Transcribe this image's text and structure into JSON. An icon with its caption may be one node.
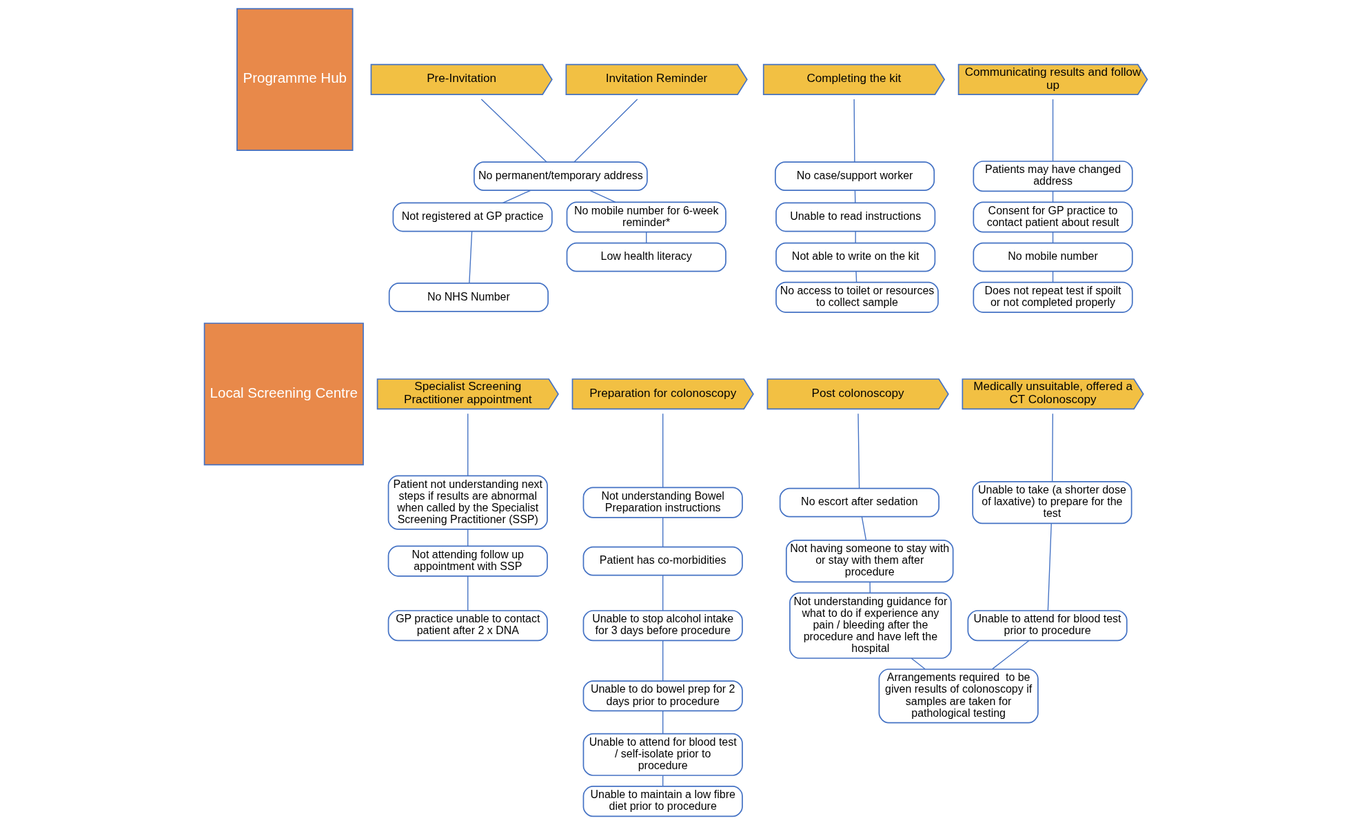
{
  "diagram": {
    "nodes": [
      {
        "text": [
          "Programme Hub"
        ]
      },
      {
        "text": [
          "Pre-Invitation"
        ]
      },
      {
        "text": [
          "Invitation Reminder"
        ]
      },
      {
        "text": [
          "Completing the kit"
        ]
      },
      {
        "text": [
          "Communicating results and follow up"
        ]
      },
      {
        "text": [
          "No permanent/temporary address"
        ]
      },
      {
        "text": [
          "Not registered at GP practice"
        ]
      },
      {
        "text": [
          "No NHS Number"
        ]
      },
      {
        "text": [
          "No mobile number for 6-week reminder*"
        ]
      },
      {
        "text": [
          "Low health literacy"
        ]
      },
      {
        "text": [
          "No case/support worker"
        ]
      },
      {
        "text": [
          "Unable to read instructions"
        ]
      },
      {
        "text": [
          "Not able to write on the kit"
        ]
      },
      {
        "text": [
          "No access to toilet or resources to collect sample"
        ]
      },
      {
        "text": [
          "Patients may have changed address"
        ]
      },
      {
        "text": [
          "Consent for GP practice to contact patient about result"
        ]
      },
      {
        "text": [
          "No mobile number"
        ]
      },
      {
        "text": [
          "Does not repeat test if spoilt or not completed properly"
        ]
      },
      {
        "text": [
          "Local Screening Centre"
        ]
      },
      {
        "text": [
          "Specialist Screening Practitioner appointment"
        ]
      },
      {
        "text": [
          "Preparation for colonoscopy"
        ]
      },
      {
        "text": [
          "Post colonoscopy"
        ]
      },
      {
        "text": [
          "Medically unsuitable, offered a CT Colonoscopy"
        ]
      },
      {
        "text": [
          "Patient not understanding next steps if results are abnormal when called by the Specialist Screening Practitioner (SSP)"
        ]
      },
      {
        "text": [
          "Not attending follow up appointment with SSP"
        ]
      },
      {
        "text": [
          "GP practice unable to contact patient after 2 x DNA"
        ]
      },
      {
        "text": [
          "Not understanding Bowel Preparation instructions"
        ]
      },
      {
        "text": [
          "Patient has co-morbidities"
        ]
      },
      {
        "text": [
          "Unable to stop alcohol intake for 3 days before procedure"
        ]
      },
      {
        "text": [
          "Unable to do bowel prep for 2 days prior to procedure"
        ]
      },
      {
        "text": [
          "Unable to attend for blood test / self-isolate prior to procedure"
        ]
      },
      {
        "text": [
          "Unable to maintain a low fibre diet prior to procedure"
        ]
      },
      {
        "text": [
          "No escort after sedation"
        ]
      },
      {
        "text": [
          "Not having someone to stay with or stay with them after procedure"
        ]
      },
      {
        "text": [
          "Not understanding guidance for what to do if experience any pain / bleeding after the procedure and have left the hospital"
        ]
      },
      {
        "text": [
          "Unable to take (a shorter dose of laxative) to prepare for the test"
        ]
      },
      {
        "text": [
          "Unable to attend for blood test prior to procedure"
        ]
      },
      {
        "text": [
          "Arrangements required  to be given results of colonoscopy if samples are taken for pathological testing"
        ]
      }
    ],
    "edges": [
      {
        "from": 1,
        "to": 5,
        "arrow": "none"
      },
      {
        "from": 2,
        "to": 5,
        "arrow": "none"
      },
      {
        "from": 5,
        "to": 6,
        "arrow": "none"
      },
      {
        "from": 6,
        "to": 7,
        "arrow": "none"
      },
      {
        "from": 5,
        "to": 8,
        "arrow": "none"
      },
      {
        "from": 8,
        "to": 9,
        "arrow": "none"
      },
      {
        "from": 3,
        "to": 10,
        "arrow": "none"
      },
      {
        "from": 10,
        "to": 11,
        "arrow": "none"
      },
      {
        "from": 11,
        "to": 12,
        "arrow": "none"
      },
      {
        "from": 12,
        "to": 13,
        "arrow": "none"
      },
      {
        "from": 4,
        "to": 14,
        "arrow": "none"
      },
      {
        "from": 14,
        "to": 15,
        "arrow": "none"
      },
      {
        "from": 15,
        "to": 16,
        "arrow": "none"
      },
      {
        "from": 16,
        "to": 17,
        "arrow": "none"
      },
      {
        "from": 19,
        "to": 23,
        "arrow": "none"
      },
      {
        "from": 23,
        "to": 24,
        "arrow": "none"
      },
      {
        "from": 24,
        "to": 25,
        "arrow": "none"
      },
      {
        "from": 20,
        "to": 26,
        "arrow": "none"
      },
      {
        "from": 26,
        "to": 27,
        "arrow": "none"
      },
      {
        "from": 27,
        "to": 28,
        "arrow": "none"
      },
      {
        "from": 28,
        "to": 29,
        "arrow": "none"
      },
      {
        "from": 29,
        "to": 30,
        "arrow": "none"
      },
      {
        "from": 30,
        "to": 31,
        "arrow": "none"
      },
      {
        "from": 21,
        "to": 32,
        "arrow": "none"
      },
      {
        "from": 32,
        "to": 33,
        "arrow": "none"
      },
      {
        "from": 33,
        "to": 34,
        "arrow": "none"
      },
      {
        "from": 34,
        "to": 37,
        "arrow": "none"
      },
      {
        "from": 22,
        "to": 35,
        "arrow": "none"
      },
      {
        "from": 35,
        "to": 36,
        "arrow": "none"
      },
      {
        "from": 36,
        "to": 37,
        "arrow": "none"
      }
    ]
  }
}
